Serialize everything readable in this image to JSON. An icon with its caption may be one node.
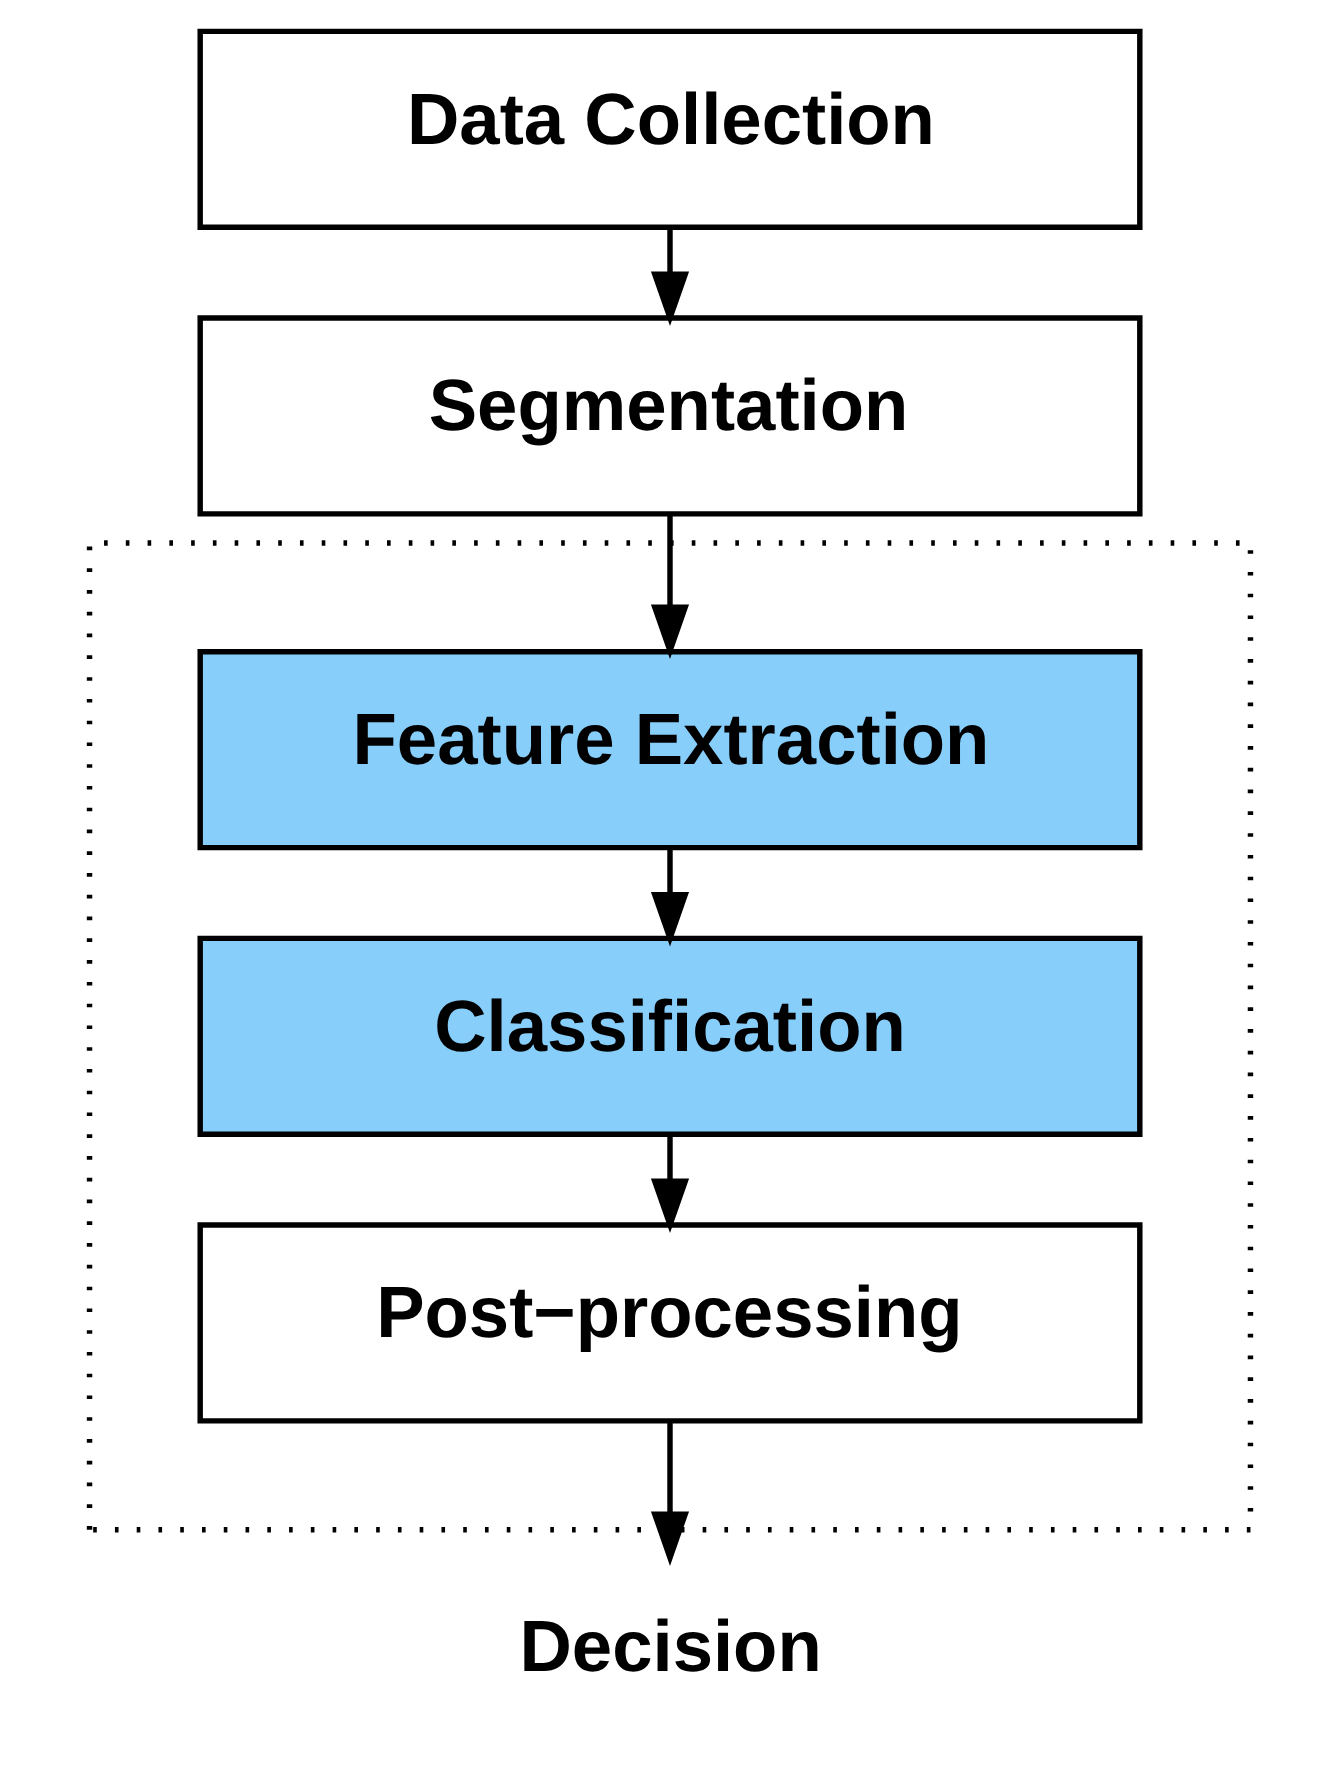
{
  "diagram": {
    "nodes": [
      {
        "text": [
          "Data Collection"
        ]
      },
      {
        "text": [
          "Segmentation"
        ]
      },
      {
        "text": [],
        "shape": "box"
      },
      {
        "text": [
          "Feature Extraction"
        ],
        "in": 2
      },
      {
        "text": [
          "Classification"
        ],
        "in": 2
      },
      {
        "text": [
          "Post−processing"
        ],
        "in": 2
      },
      {
        "text": [
          "Decision"
        ]
      }
    ],
    "edges": [
      {
        "from": 0,
        "to": 1,
        "arrow": "to"
      },
      {
        "from": 1,
        "to": 3,
        "arrow": "to"
      },
      {
        "from": 3,
        "to": 4,
        "arrow": "to"
      },
      {
        "from": 4,
        "to": 5,
        "arrow": "to"
      },
      {
        "from": 5,
        "to": 6,
        "arrow": "to"
      }
    ]
  }
}
